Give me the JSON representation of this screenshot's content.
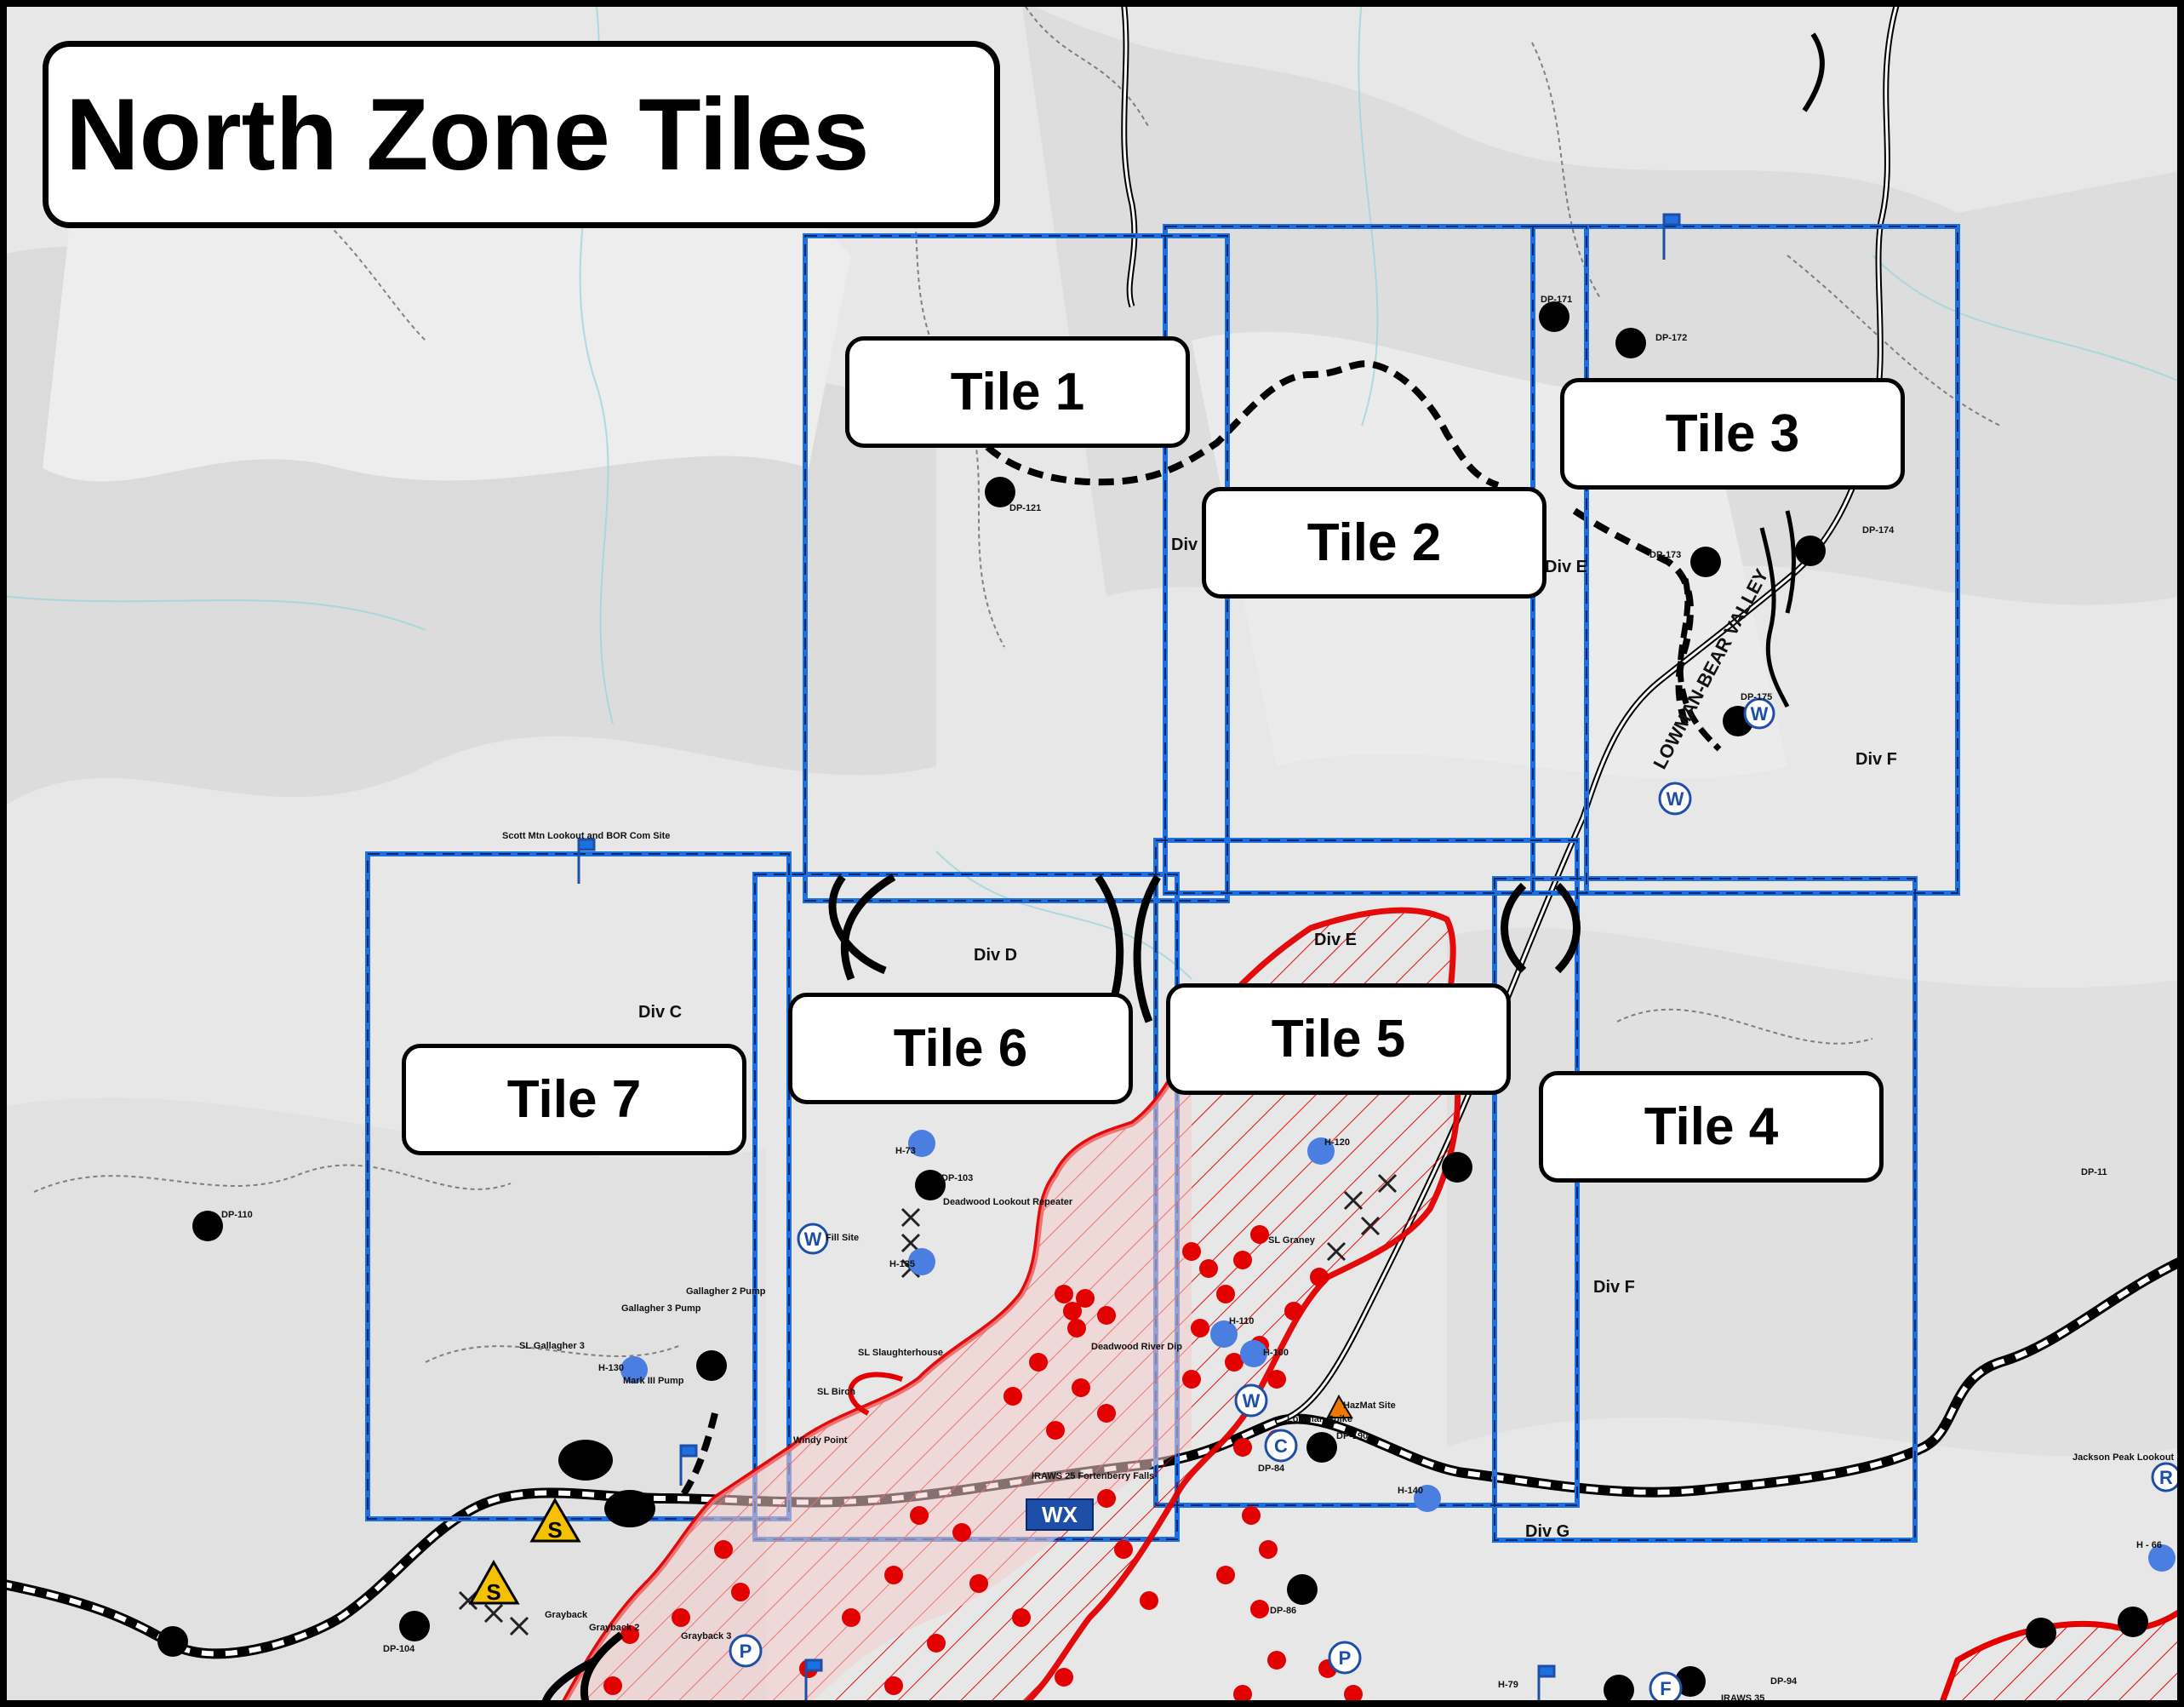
{
  "title": "North Zone Tiles",
  "tiles": [
    {
      "label": "Tile 1"
    },
    {
      "label": "Tile 2"
    },
    {
      "label": "Tile 3"
    },
    {
      "label": "Tile 4"
    },
    {
      "label": "Tile 5"
    },
    {
      "label": "Tile 6"
    },
    {
      "label": "Tile 7"
    }
  ],
  "divisions": {
    "c": "Div C",
    "d": "Div D",
    "d_partial": "Div",
    "e_upper": "Div E",
    "e_lower": "Div E",
    "f_upper": "Div F",
    "f_lower": "Div F",
    "g": "Div G"
  },
  "road_label": "LOWMAN-BEAR VALLEY",
  "labels": {
    "dp121": "DP-121",
    "dp171": "DP-171",
    "dp172": "DP-172",
    "dp173": "DP-173",
    "dp174": "DP-174",
    "dp175": "DP-175",
    "dp110": "DP-110",
    "dp103": "DP-103",
    "dp104": "DP-104",
    "dp86": "DP-86",
    "dp84": "DP-84",
    "dp94": "DP-94",
    "dp11": "DP-11",
    "h73": "H-73",
    "h135": "H-135",
    "h120": "H-120",
    "h110": "H-110",
    "h100": "H-100",
    "h140": "H-140",
    "h130": "H-130",
    "h66": "H - 66",
    "h79": "H-79",
    "scott_mtn": "Scott Mtn Lookout and BOR Com Site",
    "deadwood_lookout": "Deadwood Lookout Repeater",
    "fill_site": "Fill Site",
    "sl_slaughterhouse": "SL Slaughterhouse",
    "sl_birch": "SL Birch",
    "windy_point": "Windy Point",
    "deadwood_river_dip": "Deadwood River Dip",
    "iraws25": "IRAWS 25 Fortenberry Falls",
    "sl_graney": "SL Graney",
    "hazmat": "HazMat Site",
    "lowman_spike": "Lowman Spike",
    "dp190": "DP-190",
    "gallagher3_pump": "Gallagher 3 Pump",
    "gallagher2_pump": "Gallagher 2 Pump",
    "sl_gallagher": "SL Gallagher 3",
    "mark3_pump": "Mark III Pump",
    "grayback": "Grayback",
    "grayback2": "Grayback 2",
    "grayback3": "Grayback 3",
    "jackson_peak": "Jackson Peak Lookout",
    "iraws35": "IRAWS 35",
    "wx_badge": "WX"
  },
  "colors": {
    "tile_outline": "#1e6fe0",
    "fire_perimeter": "#e30000",
    "road_black": "#000000",
    "hydrant_blue": "#4a7ee0",
    "background_terrain": "#e6e6e6"
  }
}
